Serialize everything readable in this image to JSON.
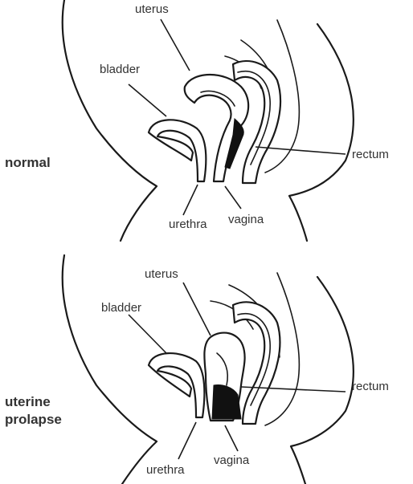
{
  "panels": [
    {
      "title": "normal",
      "labels": {
        "uterus": "uterus",
        "bladder": "bladder",
        "rectum": "rectum",
        "urethra": "urethra",
        "vagina": "vagina"
      }
    },
    {
      "title_line1": "uterine",
      "title_line2": "prolapse",
      "labels": {
        "uterus": "uterus",
        "bladder": "bladder",
        "rectum": "rectum",
        "urethra": "urethra",
        "vagina": "vagina"
      }
    }
  ],
  "colors": {
    "line": "#1a1a1a",
    "text": "#333333",
    "background": "#ffffff"
  }
}
